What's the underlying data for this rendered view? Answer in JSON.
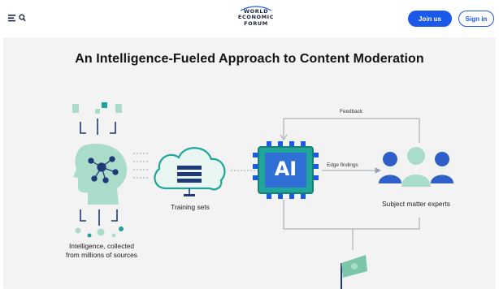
{
  "header": {
    "logo_lines": [
      "WORLD",
      "ECONOMIC",
      "FORUM"
    ],
    "join_label": "Join us",
    "signin_label": "Sign in",
    "menu_icons": [
      "menu-icon",
      "search-icon"
    ]
  },
  "article": {
    "headline": "An Intelligence-Fueled Approach to Content Moderation"
  },
  "diagram": {
    "source_label_line1": "Intelligence, collected",
    "source_label_line2": "from millions of sources",
    "training_label": "Training sets",
    "ai_label": "AI",
    "feedback_label": "Feedback",
    "edge_label": "Edge findings",
    "experts_label": "Subject matter experts"
  },
  "colors": {
    "brand_blue": "#1b59e8",
    "teal": "#1fa59a",
    "mint": "#a9dcc9",
    "navy": "#1e3a78",
    "ai_blue": "#2f6fd6"
  }
}
